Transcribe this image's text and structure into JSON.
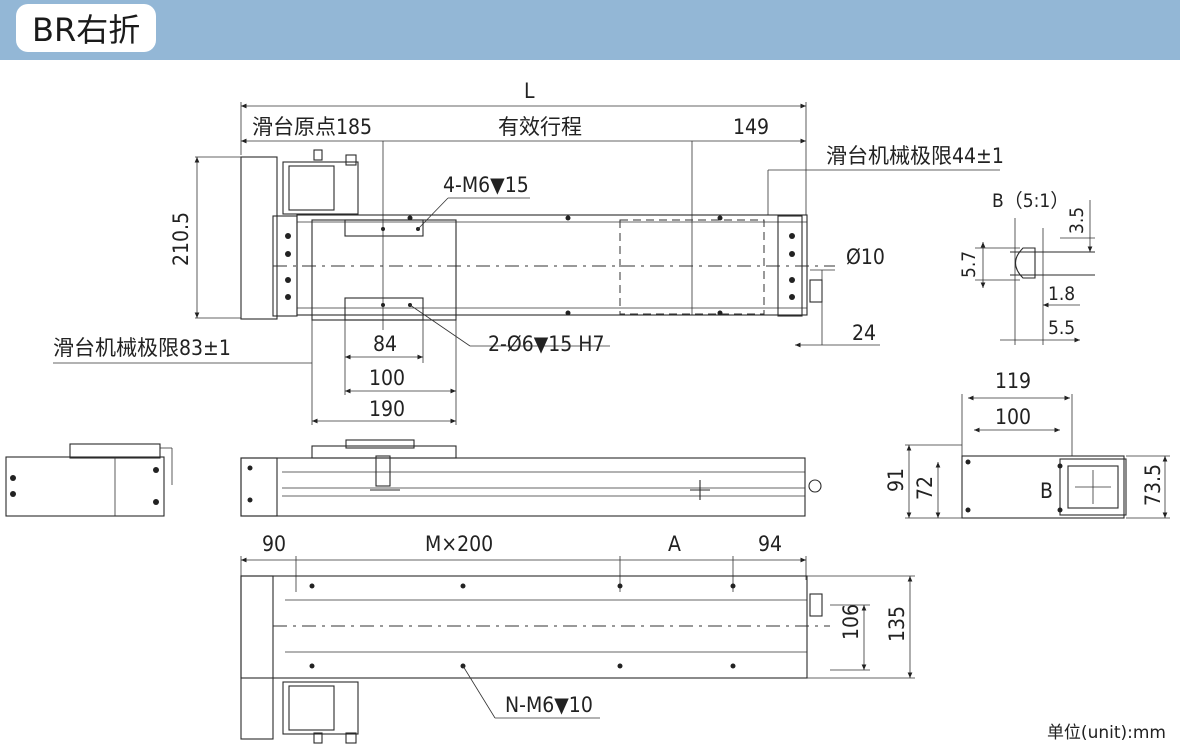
{
  "header": {
    "title": "BR右折"
  },
  "labels": {
    "L": "L",
    "slide_origin": "滑台原点185",
    "effective_stroke": "有效行程",
    "d149": "149",
    "mech_limit_right": "滑台机械极限44±1",
    "m6_top": "4-M6▼15",
    "d2105": "210.5",
    "phi10": "Ø10",
    "d24": "24",
    "mech_limit_left": "滑台机械极限83±1",
    "d84": "84",
    "phi6": "2-Ø6▼15 H7",
    "d100a": "100",
    "d190": "190",
    "detailB": "B（5:1）",
    "d35": "3.5",
    "d57": "5.7",
    "d18": "1.8",
    "d55": "5.5",
    "d119": "119",
    "d100b": "100",
    "d91": "91",
    "d72": "72",
    "B": "B",
    "d735": "73.5",
    "d90": "90",
    "mx200": "M×200",
    "A": "A",
    "d94": "94",
    "d106": "106",
    "d135": "135",
    "nm6": "N-M6▼10"
  },
  "footer": {
    "unit": "单位(unit):mm"
  }
}
